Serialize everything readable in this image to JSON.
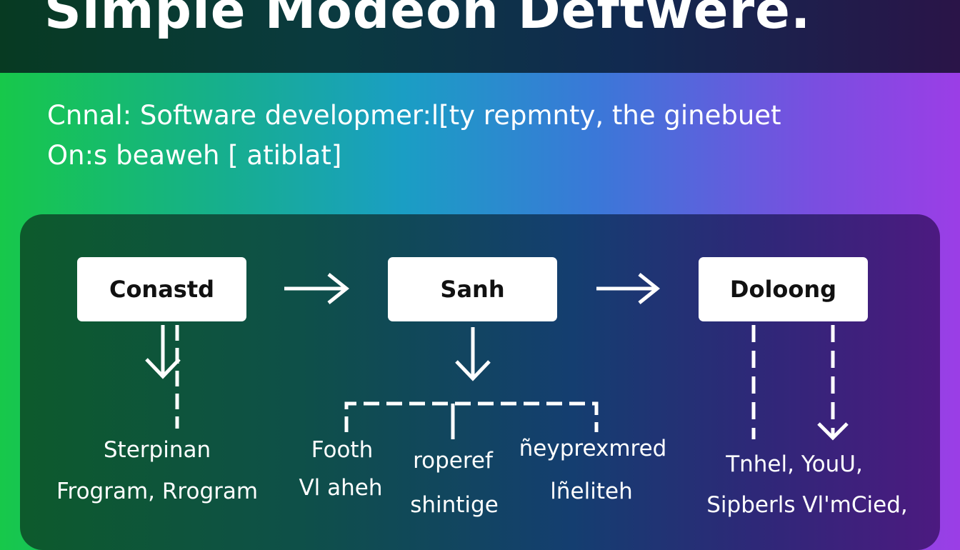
{
  "header": {
    "title": "Simple Modeon Deftwere."
  },
  "subtitle": {
    "line1": "Cnnal: Software developmer:l[ty repmnty, the ginebuet",
    "line2": "On:s beaweh [ atiblat]"
  },
  "nodes": [
    {
      "label": "Conastd"
    },
    {
      "label": "Sanh"
    },
    {
      "label": "Doloong"
    }
  ],
  "labels": {
    "a1": "Sterpinan",
    "a2": "Frogram, Rrogram",
    "b1": "Footh",
    "b2": "Vl aheh",
    "b3": "roperef",
    "b4": "shintige",
    "b5": "ñeyprexmred",
    "b6": "lñeliteh",
    "c1": "Tnhel,  YouU,",
    "c2": "Sipberls  Vl'mCied,"
  }
}
